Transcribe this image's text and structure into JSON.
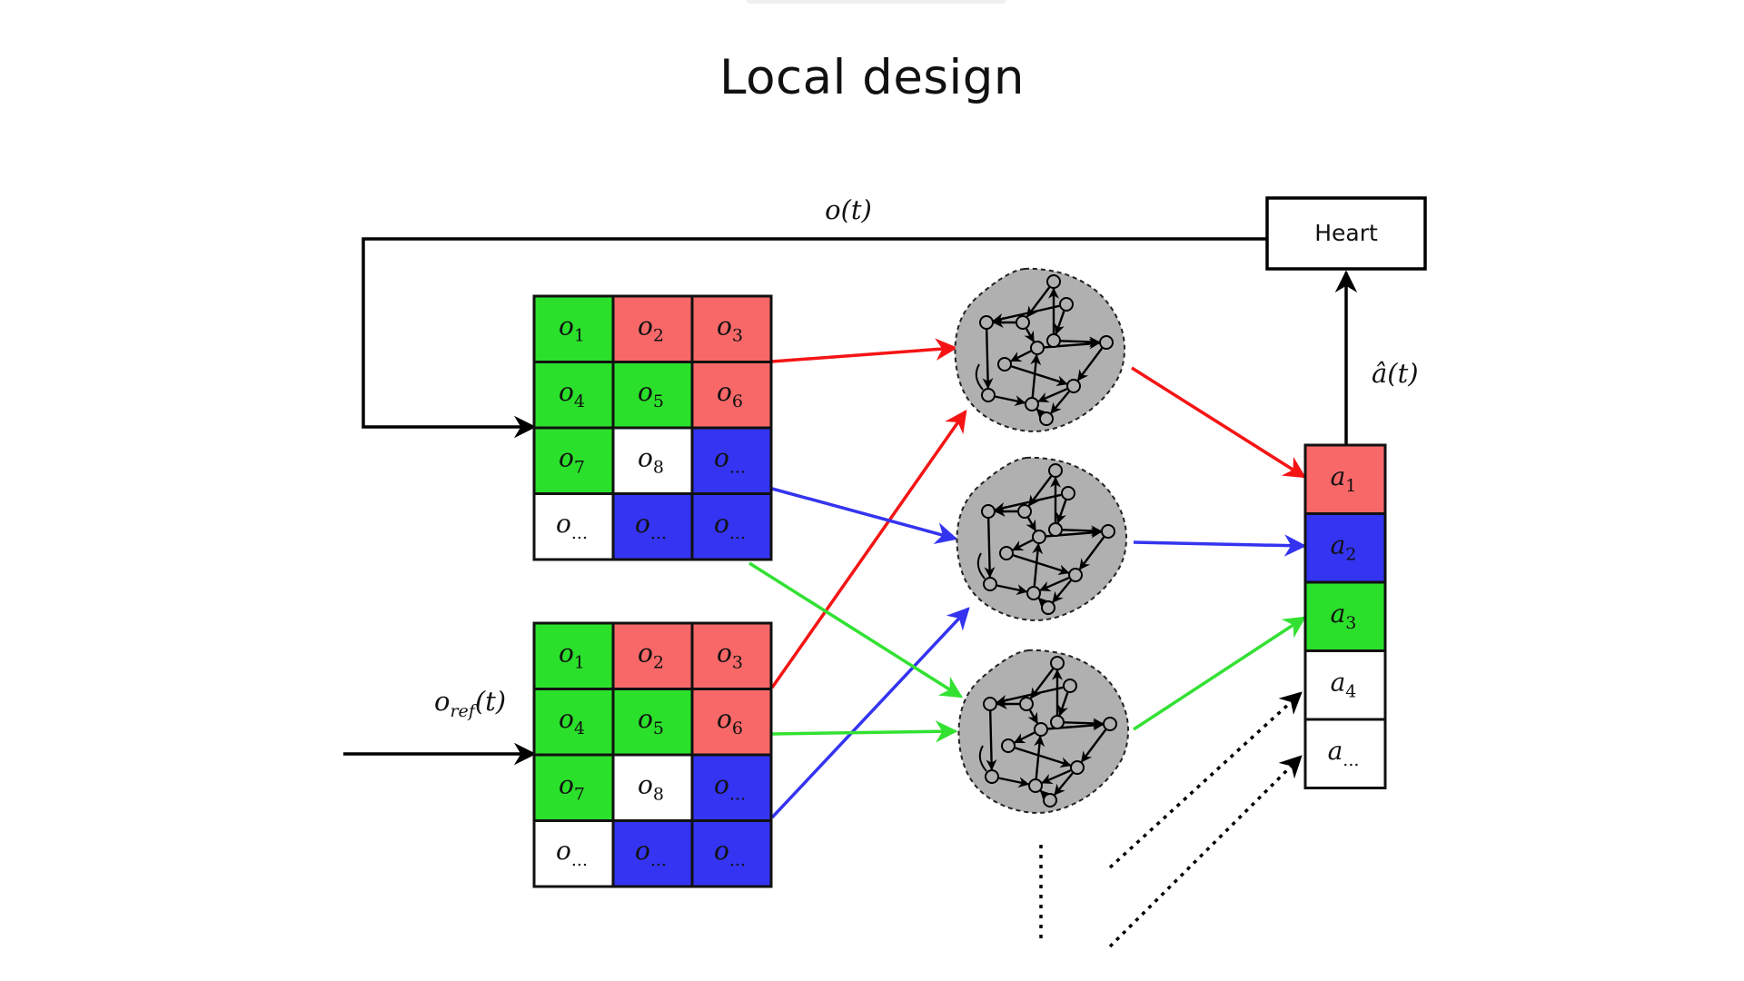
{
  "title": "Local design",
  "labels": {
    "feedback": "o(t)",
    "reference": "o_ref(t)",
    "estimate": "â(t)",
    "heart": "Heart"
  },
  "grid_top": [
    {
      "label": "o",
      "sub": "1",
      "color": "green"
    },
    {
      "label": "o",
      "sub": "2",
      "color": "red"
    },
    {
      "label": "o",
      "sub": "3",
      "color": "red"
    },
    {
      "label": "o",
      "sub": "4",
      "color": "green"
    },
    {
      "label": "o",
      "sub": "5",
      "color": "green"
    },
    {
      "label": "o",
      "sub": "6",
      "color": "red"
    },
    {
      "label": "o",
      "sub": "7",
      "color": "green"
    },
    {
      "label": "o",
      "sub": "8",
      "color": "white"
    },
    {
      "label": "o",
      "sub": "...",
      "color": "blue"
    },
    {
      "label": "o",
      "sub": "...",
      "color": "white"
    },
    {
      "label": "o",
      "sub": "...",
      "color": "blue"
    },
    {
      "label": "o",
      "sub": "...",
      "color": "blue"
    }
  ],
  "grid_bottom": [
    {
      "label": "o",
      "sub": "1",
      "color": "green"
    },
    {
      "label": "o",
      "sub": "2",
      "color": "red"
    },
    {
      "label": "o",
      "sub": "3",
      "color": "red"
    },
    {
      "label": "o",
      "sub": "4",
      "color": "green"
    },
    {
      "label": "o",
      "sub": "5",
      "color": "green"
    },
    {
      "label": "o",
      "sub": "6",
      "color": "red"
    },
    {
      "label": "o",
      "sub": "7",
      "color": "green"
    },
    {
      "label": "o",
      "sub": "8",
      "color": "white"
    },
    {
      "label": "o",
      "sub": "...",
      "color": "blue"
    },
    {
      "label": "o",
      "sub": "...",
      "color": "white"
    },
    {
      "label": "o",
      "sub": "...",
      "color": "blue"
    },
    {
      "label": "o",
      "sub": "...",
      "color": "blue"
    }
  ],
  "outputs": [
    {
      "label": "a",
      "sub": "1",
      "color": "red"
    },
    {
      "label": "a",
      "sub": "2",
      "color": "blue"
    },
    {
      "label": "a",
      "sub": "3",
      "color": "green"
    },
    {
      "label": "a",
      "sub": "4",
      "color": "white"
    },
    {
      "label": "a",
      "sub": "...",
      "color": "white"
    }
  ],
  "colors": {
    "red": "#f86868",
    "green": "#2be02b",
    "blue": "#3434f2",
    "white": "#ffffff",
    "arrow_red": "#f51414",
    "arrow_green": "#33e133",
    "arrow_blue": "#3434f0",
    "reservoir": "#b0b0b0",
    "line": "#000000"
  }
}
